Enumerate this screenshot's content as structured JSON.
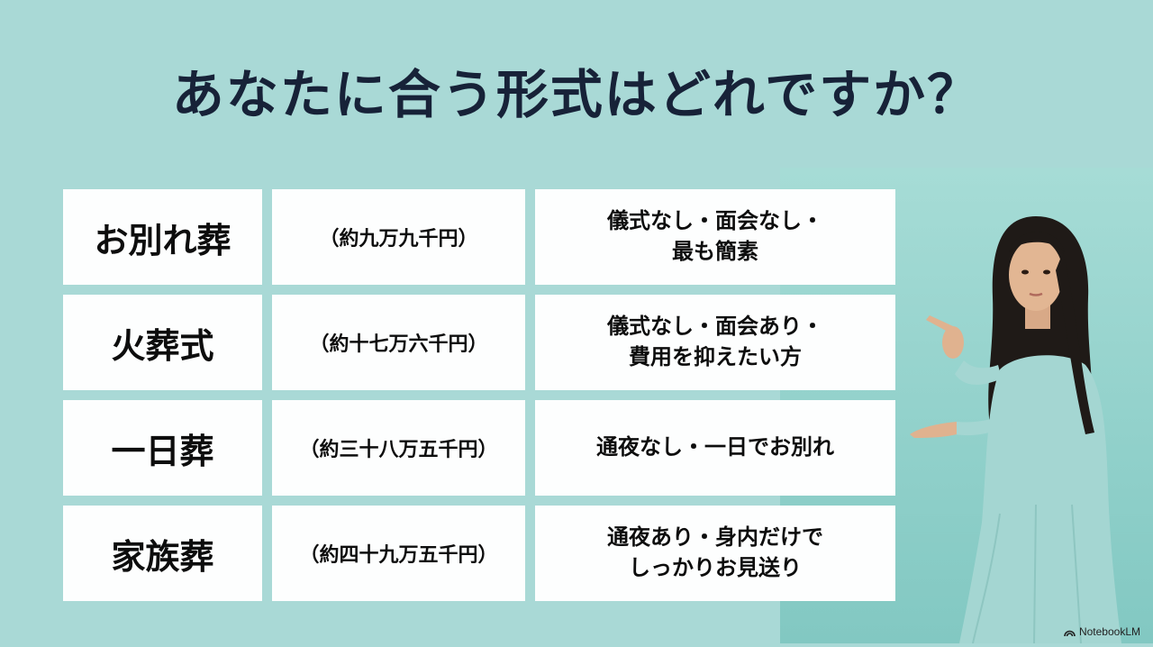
{
  "title": "あなたに合う形式はどれですか？",
  "rows": [
    {
      "name": "お別れ葬",
      "price": "（約九万九千円）",
      "description": "儀式なし・面会なし・\n最も簡素"
    },
    {
      "name": "火葬式",
      "price": "（約十七万六千円）",
      "description": "儀式なし・面会あり・\n費用を抑えたい方"
    },
    {
      "name": "一日葬",
      "price": "（約三十八万五千円）",
      "description": "通夜なし・一日でお別れ"
    },
    {
      "name": "家族葬",
      "price": "（約四十九万五千円）",
      "description": "通夜あり・身内だけで\nしっかりお見送り"
    }
  ],
  "watermark": {
    "icon": "notebooklm-logo-icon",
    "label": "NotebookLM"
  },
  "colors": {
    "background": "#a9d9d6",
    "title": "#172238",
    "cell": "#fdfefe",
    "text": "#0d0d0d"
  }
}
